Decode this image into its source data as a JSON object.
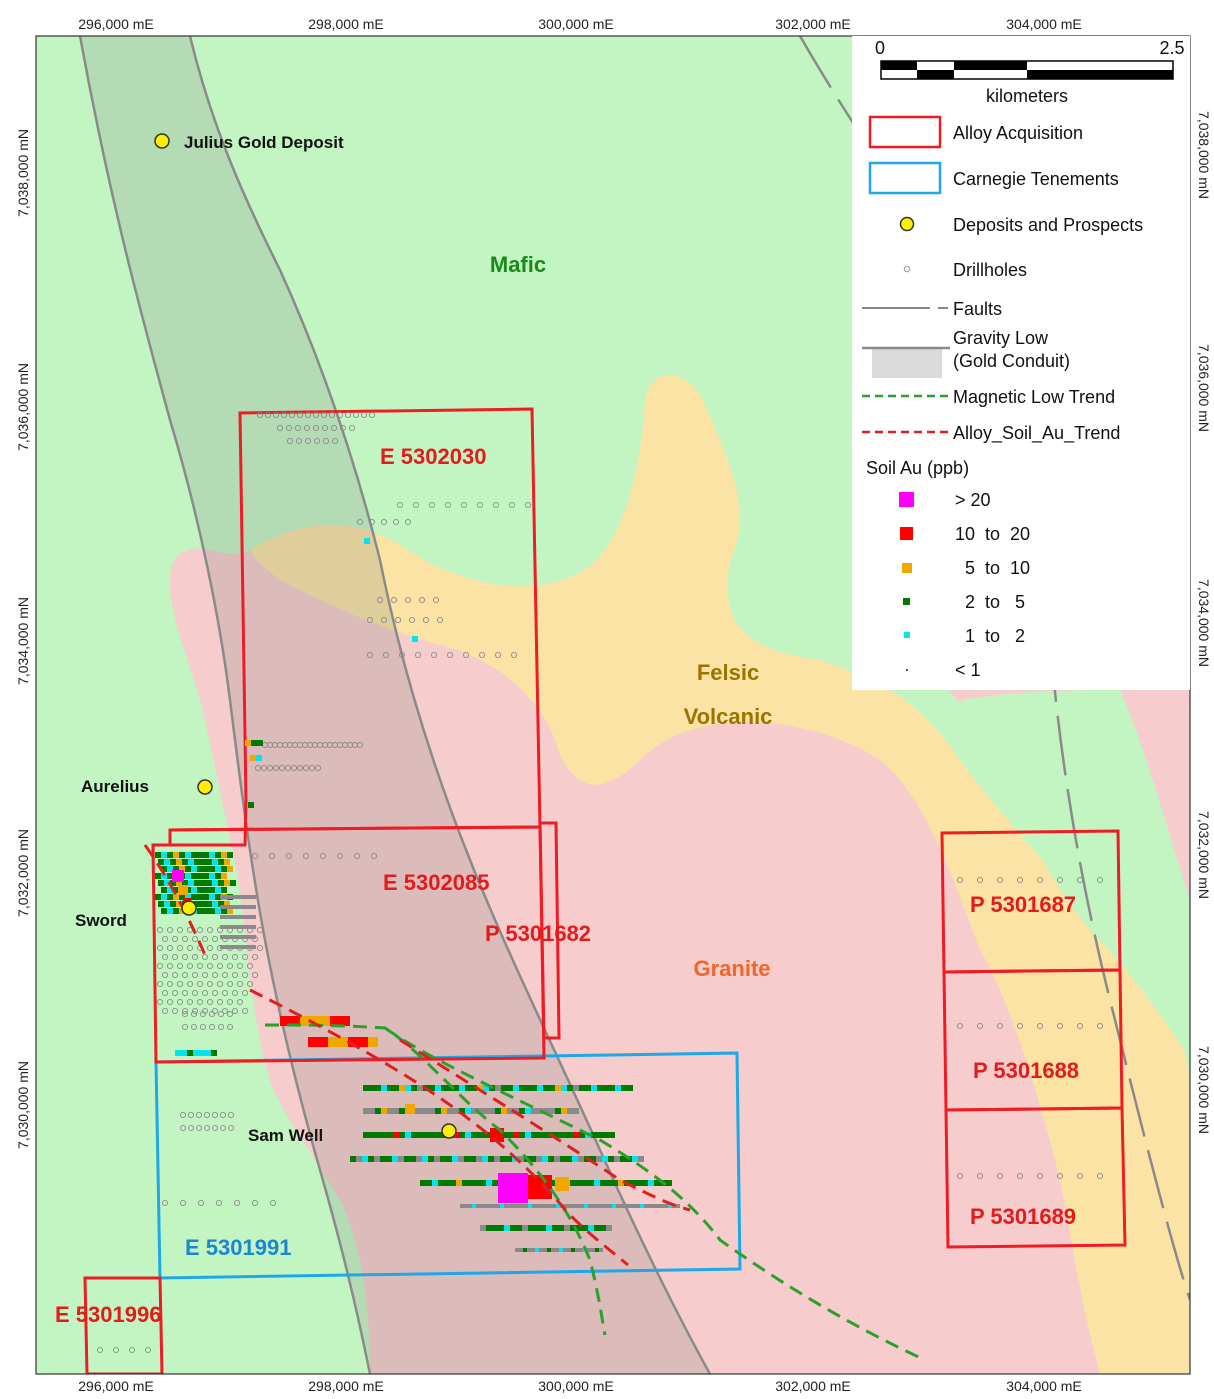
{
  "grid": {
    "top_labels": [
      "296,000 mE",
      "298,000 mE",
      "300,000 mE",
      "302,000 mE",
      "304,000 mE"
    ],
    "bottom_labels": [
      "296,000 mE",
      "298,000 mE",
      "300,000 mE",
      "302,000 mE",
      "304,000 mE"
    ],
    "left_labels": [
      "7,038,000 mN",
      "7,036,000 mN",
      "7,034,000 mN",
      "7,032,000 mN",
      "7,030,000 mN"
    ],
    "right_labels": [
      "7,038,000 mN",
      "7,036,000 mN",
      "7,034,000 mN",
      "7,032,000 mN",
      "7,030,000 mN"
    ]
  },
  "units": {
    "mafic": "Mafic",
    "felsic_line1": "Felsic",
    "felsic_line2": "Volcanic",
    "granite": "Granite"
  },
  "colors": {
    "mafic": "#c3f5c3",
    "felsic": "#fbe3a5",
    "granite": "#f6cccc",
    "gravity_low": "#7f7f7f",
    "alloy": "#ee1c24",
    "carnegie": "#1ea7e9",
    "mag_trend": "#2ca02c",
    "soil_trend": "#e02020",
    "soil_gt20": "#ff00ff",
    "soil_10_20": "#ff0000",
    "soil_5_10": "#f0a800",
    "soil_2_5": "#007a00",
    "soil_1_2": "#00e5ee",
    "soil_lt1": "#8a8a8a"
  },
  "tenements": {
    "e5302030": "E 5302030",
    "e5302085": "E 5302085",
    "p5301682": "P 5301682",
    "e5301991": "E 5301991",
    "e5301996": "E 5301996",
    "p5301687": "P 5301687",
    "p5301688": "P 5301688",
    "p5301689": "P 5301689"
  },
  "places": {
    "julius": "Julius Gold Deposit",
    "aurelius": "Aurelius",
    "sword": "Sword",
    "sam_well": "Sam Well"
  },
  "scale": {
    "min": "0",
    "max": "2.5",
    "unit": "kilometers"
  },
  "legend": {
    "alloy": "Alloy Acquisition",
    "carnegie": "Carnegie Tenements",
    "deposits": "Deposits and Prospects",
    "drillholes": "Drillholes",
    "faults": "Faults",
    "gravity_line1": "Gravity Low",
    "gravity_line2": "(Gold Conduit)",
    "mag_trend": "Magnetic Low Trend",
    "soil_trend": "Alloy_Soil_Au_Trend",
    "soil_title": "Soil Au (ppb)",
    "soil_classes": [
      "> 20",
      "10  to  20",
      "5  to  10",
      "2  to   5",
      "1  to   2",
      "< 1"
    ]
  }
}
